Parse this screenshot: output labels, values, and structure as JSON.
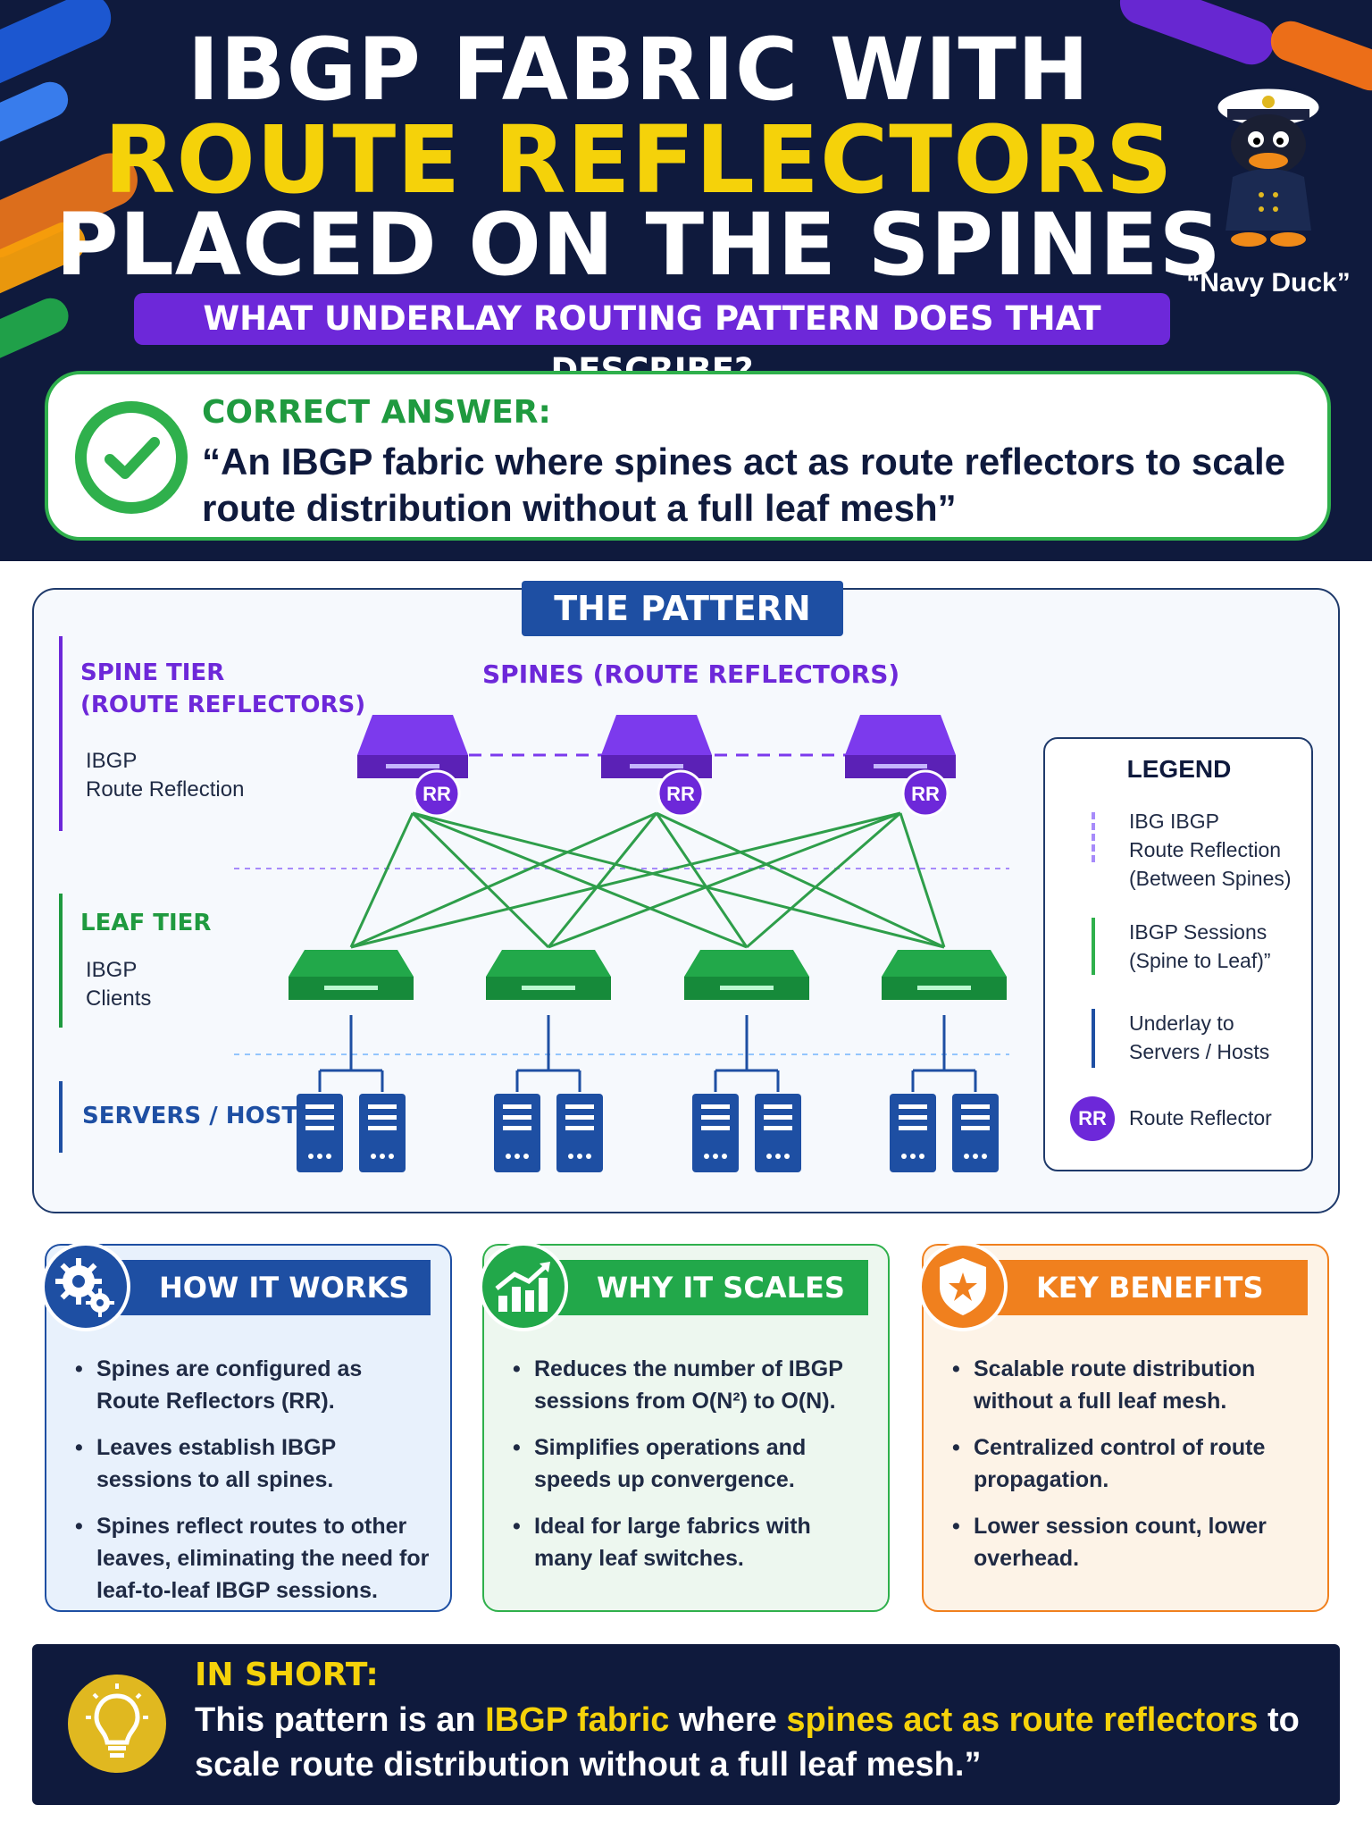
{
  "header": {
    "title_line1": "IBGP FABRIC WITH",
    "title_line2": "ROUTE REFLECTORS",
    "title_line3": "PLACED ON THE SPINES",
    "subtitle": "WHAT UNDERLAY ROUTING PATTERN DOES THAT DESCRIBE?",
    "mascot_caption": "“Navy Duck”"
  },
  "answer": {
    "label": "CORRECT ANSWER:",
    "text": "“An IBGP fabric where spines act as route reflectors to scale route distribution without a full leaf mesh”"
  },
  "pattern": {
    "tag": "THE PATTERN",
    "spines_label": "SPINES (ROUTE REFLECTORS)",
    "spine_tier": {
      "title_line1": "SPINE TIER",
      "title_line2": "(ROUTE REFLECTORS)",
      "text_line1": "IBGP",
      "text_line2": "Route Reflection"
    },
    "leaf_tier": {
      "title": "LEAF TIER",
      "text_line1": "IBGP",
      "text_line2": "Clients"
    },
    "servers_tier": {
      "title": "SERVERS / HOSTS"
    },
    "rr_badge": "RR",
    "legend": {
      "title": "LEGEND",
      "item1_line1": "IBG IBGP",
      "item1_line2": "Route Reflection",
      "item1_line3": "(Between Spines)",
      "item2_line1": "IBGP Sessions",
      "item2_line2": "(Spine to Leaf)”",
      "item3_line1": "Underlay to",
      "item3_line2": "Servers / Hosts",
      "item4_badge": "RR",
      "item4_label": "Route Reflector"
    }
  },
  "cards": {
    "how": {
      "title": "HOW IT WORKS",
      "items": [
        "Spines are configured as Route Reflectors (RR).",
        "Leaves establish IBGP sessions to all spines.",
        "Spines reflect routes to other leaves, eliminating the need for leaf-to-leaf IBGP sessions."
      ]
    },
    "why": {
      "title": "WHY IT SCALES",
      "items": [
        "Reduces the number of IBGP sessions from O(N²) to O(N).",
        "Simplifies operations and speeds up convergence.",
        "Ideal for large fabrics with many leaf switches."
      ]
    },
    "benefits": {
      "title": "KEY BENEFITS",
      "items": [
        "Scalable route distribution without a full leaf mesh.",
        "Centralized control of route propagation.",
        "Lower session count, lower overhead."
      ]
    }
  },
  "short": {
    "label": "IN SHORT:",
    "part1": "This pattern is an ",
    "hl1": "IBGP fabric",
    "part2": " where ",
    "hl2": "spines act as route reflectors",
    "part3": " to scale route distribution without a full leaf mesh.”"
  },
  "colors": {
    "navy": "#0f1a3d",
    "yellow": "#f5d20a",
    "purple": "#6d28d9",
    "green": "#2fb04c",
    "blue": "#1e4fa3",
    "orange": "#f0801e"
  }
}
